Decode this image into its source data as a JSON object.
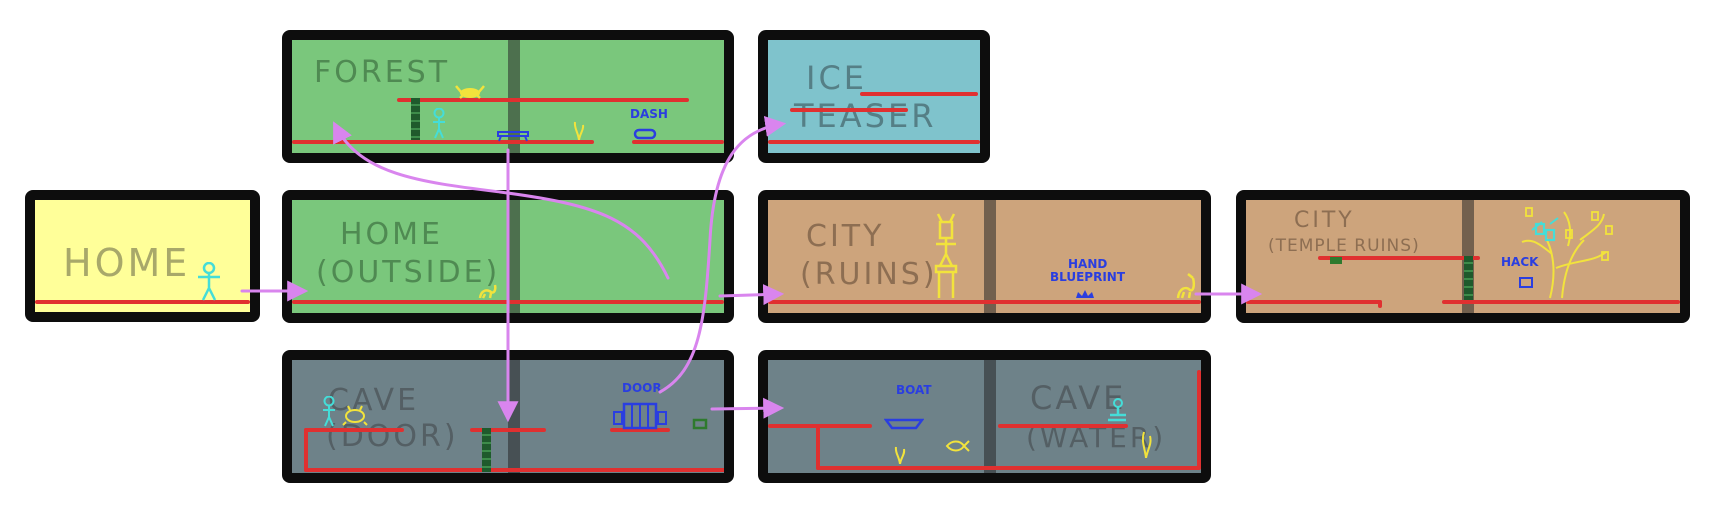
{
  "colors": {
    "border": "#0d0d0d",
    "yellow": "#ffff99",
    "green": "#7ac77c",
    "ice": "#7fc3cc",
    "sand": "#cda47c",
    "cave": "#6e8289",
    "ledge": "#e03030",
    "arrow": "#d985ee",
    "ability": "#2a3ee0",
    "player": "#45ddd8",
    "creature": "#f2e33c"
  },
  "rooms": {
    "home": {
      "title": "HOME"
    },
    "forest": {
      "title": "FOREST",
      "ability": "DASH"
    },
    "home_outside": {
      "line1": "HOME",
      "line2": "(OUTSIDE)"
    },
    "ice": {
      "line1": "ICE",
      "line2": "TEASER"
    },
    "cave_door": {
      "line1": "CAVE",
      "line2": "(DOOR)",
      "object": "DOOR"
    },
    "cave_water": {
      "line1": "CAVE",
      "line2": "(WATER)",
      "object": "BOAT"
    },
    "city_ruins": {
      "line1": "CITY",
      "line2": "(RUINS)",
      "item_line1": "HAND",
      "item_line2": "BLUEPRINT"
    },
    "city_temple": {
      "line1": "CITY",
      "line2": "(TEMPLE RUINS)",
      "ability": "HACK"
    }
  }
}
